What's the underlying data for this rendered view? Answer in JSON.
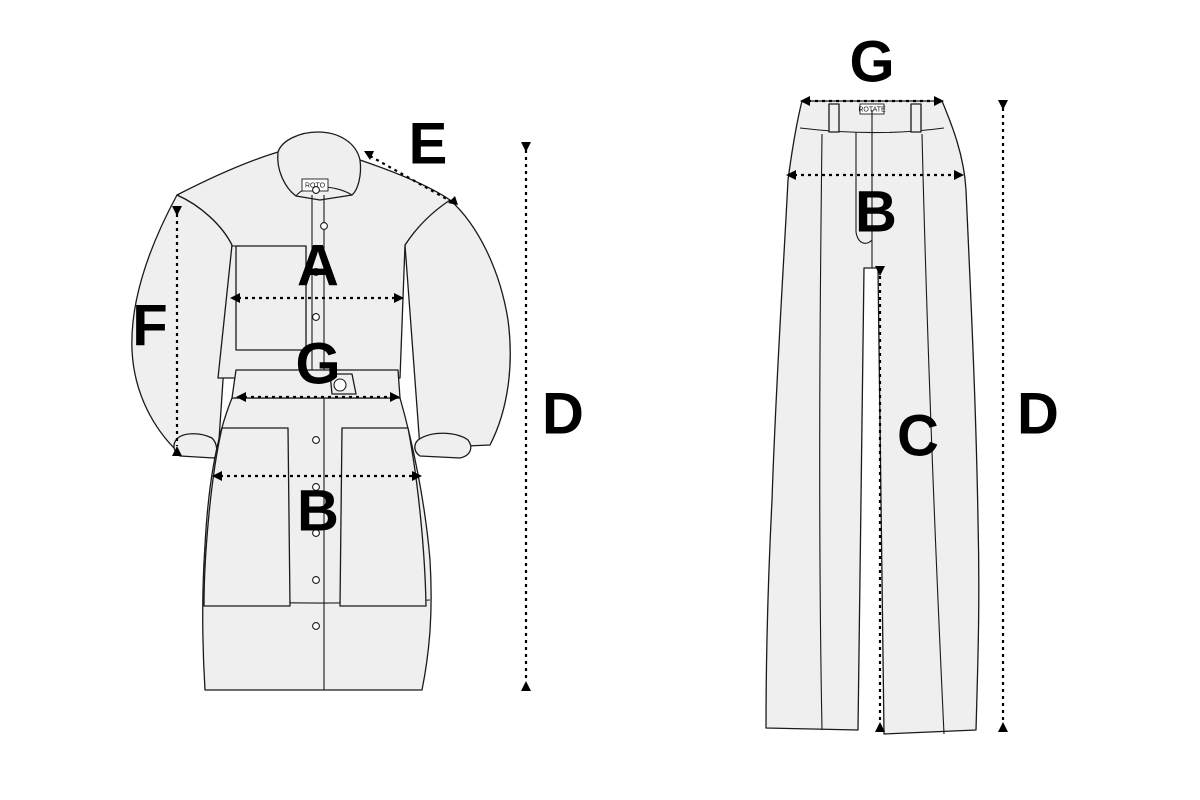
{
  "dress": {
    "labels": {
      "chest": "A",
      "hip": "B",
      "length": "D",
      "shoulder": "E",
      "sleeve": "F",
      "waist": "G"
    },
    "tag_text": "ROTO"
  },
  "pants": {
    "labels": {
      "waist": "G",
      "hip": "B",
      "inseam": "C",
      "length": "D"
    },
    "tag_text": "ROTATE"
  }
}
